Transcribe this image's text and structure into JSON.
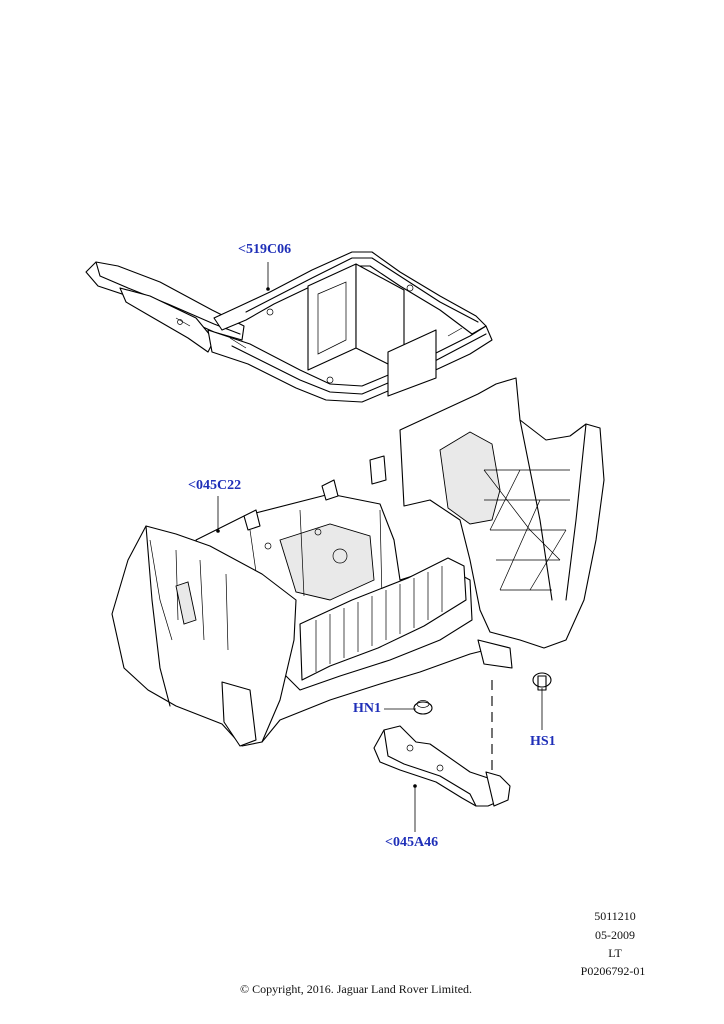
{
  "callouts": {
    "frame": "<519C06",
    "housing": "<045C22",
    "nut": "HN1",
    "screw": "HS1",
    "bracket": "<045A46"
  },
  "meta": {
    "code": "5011210",
    "date": "05-2009",
    "region": "LT",
    "ref": "P0206792-01"
  },
  "copyright": "© Copyright, 2016. Jaguar Land Rover Limited.",
  "colors": {
    "callout": "#1f2fb8",
    "line": "#000000"
  }
}
